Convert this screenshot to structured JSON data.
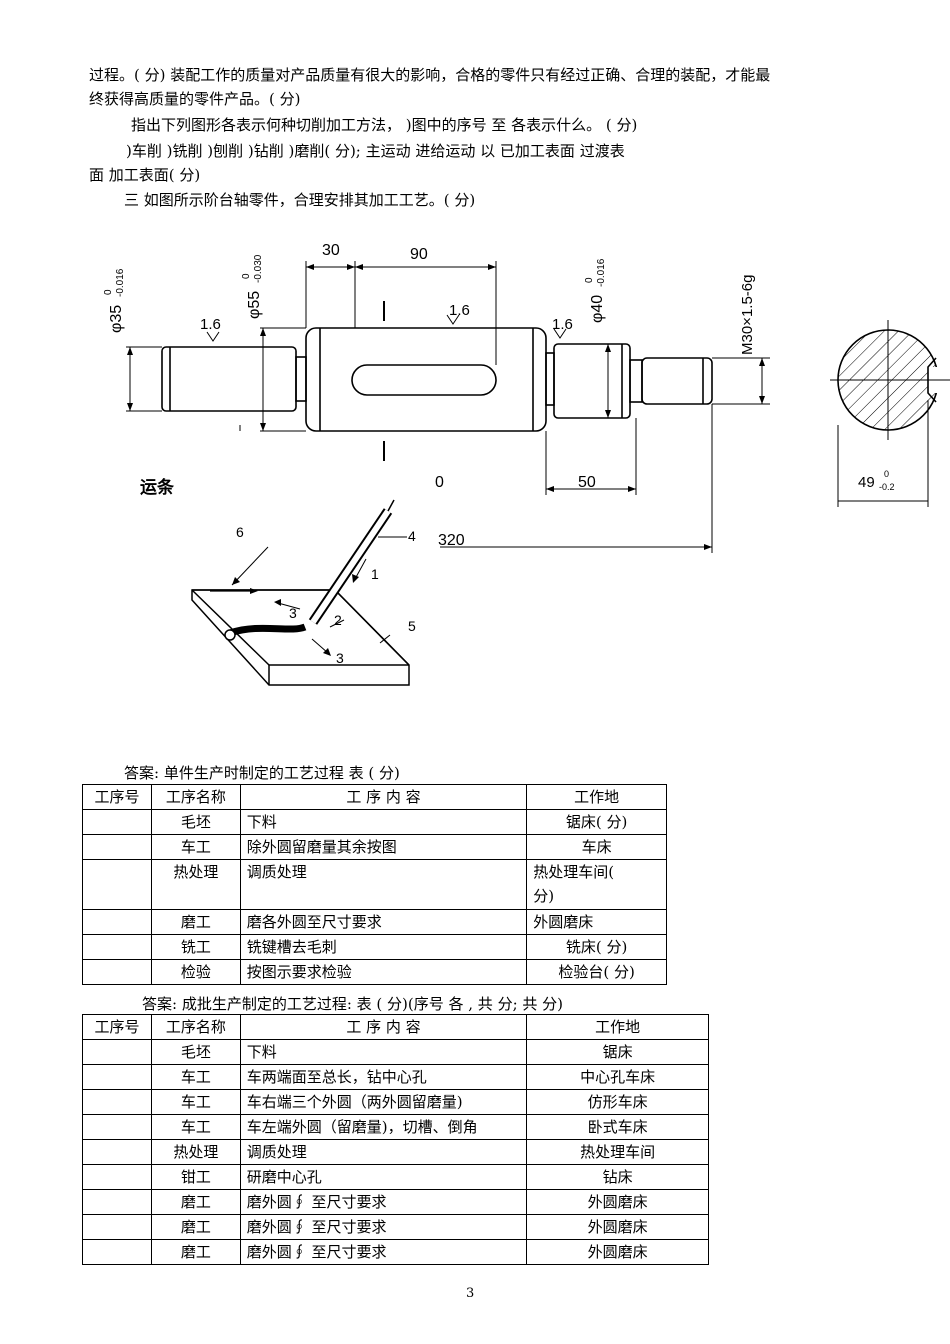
{
  "intro": {
    "line1": "过程。(   分) 装配工作的质量对产品质量有很大的影响，合格的零件只有经过正确、合理的装配，才能最",
    "line2": "终获得高质量的零件产品。(   分)",
    "line3": "指出下列图形各表示何种切削加工方法，  )图中的序号   至   各表示什么。  (   分)",
    "line4": ")车削  )铣削  )刨削  )钻削  )磨削(  分);    主运动    进给运动    以 已加工表面    过渡表",
    "line5": "面   加工表面(   分)",
    "line6": "三  如图所示阶台轴零件，合理安排其加工工艺。(     分)"
  },
  "drawing": {
    "dims": {
      "d30": "30",
      "d90": "90",
      "d50": "50",
      "d320": "320",
      "phi35": "φ35",
      "phi35_upper": "0",
      "phi35_lower": "-0.016",
      "phi55": "φ55",
      "phi55_upper": "0",
      "phi55_lower": "-0.030",
      "phi40": "φ40",
      "phi40_upper": "0",
      "phi40_lower": "-0.016",
      "thread": "M30×1.5-6g",
      "rough1": "1.6",
      "rough2": "1.6",
      "rough3": "1.6",
      "key_dim": "49",
      "key_upper": "0",
      "key_lower": "-0.2",
      "partial0": "0",
      "partial3": "3"
    },
    "weld": {
      "label": "运条",
      "n1": "1",
      "n2": "2",
      "n3a": "3",
      "n3b": "3",
      "n4": "4",
      "n5": "5",
      "n6": "6"
    }
  },
  "table1": {
    "caption": "答案:      单件生产时制定的工艺过程   表     (   分)",
    "headers": [
      "工序号",
      "工序名称",
      "工   序   内   容",
      "工作地"
    ],
    "rows": [
      [
        "",
        "毛坯",
        "下料",
        "锯床(   分)"
      ],
      [
        "",
        "车工",
        "除外圆留磨量其余按图",
        "车床"
      ],
      [
        "",
        "热处理",
        "调质处理",
        "热处理车间(",
        "分)"
      ],
      [
        "",
        "磨工",
        "磨各外圆至尺寸要求",
        "外圆磨床"
      ],
      [
        "",
        "铣工",
        "铣键槽去毛刺",
        "铣床(   分)"
      ],
      [
        "",
        "检验",
        "按图示要求检验",
        "检验台(   分)"
      ]
    ]
  },
  "table2": {
    "caption": "答案:    成批生产制定的工艺过程: 表     (   分)(序号      各      , 共   分;          共   分)",
    "headers": [
      "工序号",
      "工序名称",
      "工   序   内   容",
      "工作地"
    ],
    "rows": [
      [
        "",
        "毛坯",
        "下料",
        "锯床"
      ],
      [
        "",
        "车工",
        "车两端面至总长，钻中心孔",
        "中心孔车床"
      ],
      [
        "",
        "车工",
        "车右端三个外圆（两外圆留磨量)",
        "仿形车床"
      ],
      [
        "",
        "车工",
        "车左端外圆（留磨量)，切槽、倒角",
        "卧式车床"
      ],
      [
        "",
        "热处理",
        "调质处理",
        "热处理车间"
      ],
      [
        "",
        "钳工",
        "研磨中心孔",
        "钻床"
      ],
      [
        "",
        "磨工",
        "磨外圆∮     至尺寸要求",
        "外圆磨床"
      ],
      [
        "",
        "磨工",
        "磨外圆∮     至尺寸要求",
        "外圆磨床"
      ],
      [
        "",
        "磨工",
        "磨外圆∮     至尺寸要求",
        "外圆磨床"
      ]
    ]
  },
  "page_number": "3"
}
